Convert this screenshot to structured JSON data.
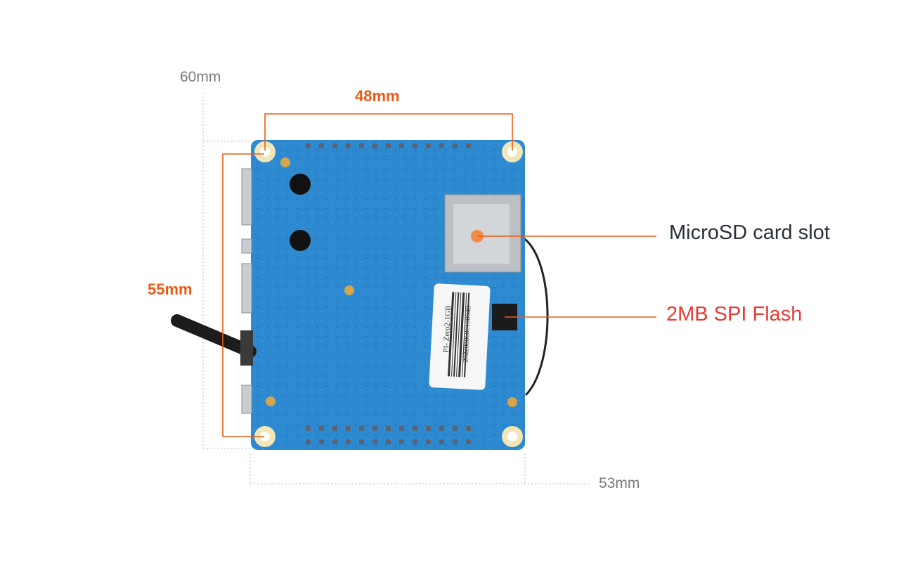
{
  "dimensions": {
    "overall_height": "60mm",
    "overall_width": "53mm",
    "hole_spacing_horizontal": "48mm",
    "hole_spacing_vertical": "55mm"
  },
  "callouts": [
    {
      "text": "MicroSD card slot",
      "color": "#2a2f3a"
    },
    {
      "text": "2MB SPI Flash",
      "color": "#e83a33"
    }
  ],
  "board_markings": {
    "sticker_model": "PI- Zero2-1GB",
    "sticker_serial": "2022080600100048"
  },
  "colors": {
    "accent_orange": "#ee5a14",
    "board_blue": "#2e8ad0",
    "dimension_gray": "#7a7a7a"
  }
}
